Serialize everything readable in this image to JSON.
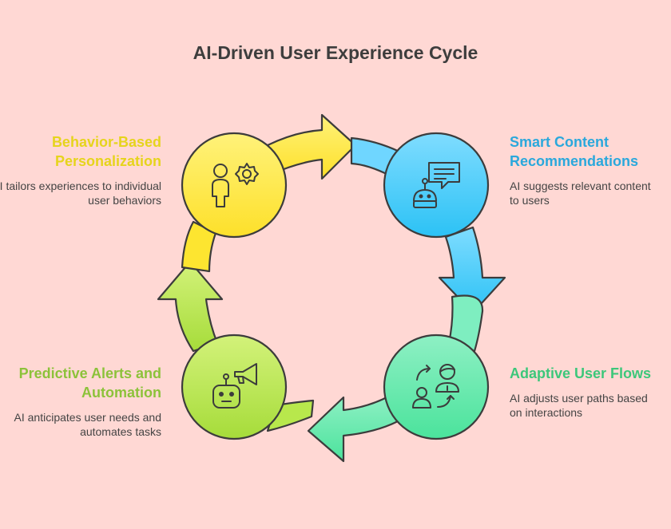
{
  "title": "AI-Driven User Experience Cycle",
  "colors": {
    "background": "#ffd8d4",
    "yellow": "#fde43a",
    "blue": "#3fc8f6",
    "mint": "#5de5a8",
    "green": "#b6e24c",
    "outline": "#3c3c3c"
  },
  "stages": [
    {
      "heading": "Behavior-Based Personalization",
      "description": "AI tailors experiences to individual user behaviors",
      "icon": "user-gear-icon",
      "color": "#e8d61e"
    },
    {
      "heading": "Smart Content Recommendations",
      "description": "AI suggests relevant content to users",
      "icon": "robot-chat-icon",
      "color": "#2aa8dc"
    },
    {
      "heading": "Adaptive User Flows",
      "description": "AI adjusts user paths based on interactions",
      "icon": "user-flow-icon",
      "color": "#3cc77a"
    },
    {
      "heading": "Predictive Alerts and Automation",
      "description": "AI anticipates user needs and automates tasks",
      "icon": "robot-megaphone-icon",
      "color": "#8cc23a"
    }
  ]
}
